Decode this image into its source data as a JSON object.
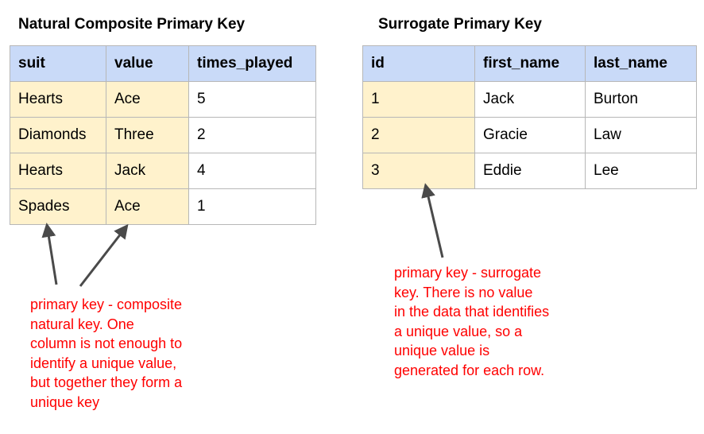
{
  "left": {
    "title": "Natural Composite Primary Key",
    "columns": [
      "suit",
      "value",
      "times_played"
    ],
    "rows": [
      [
        "Hearts",
        "Ace",
        "5"
      ],
      [
        "Diamonds",
        "Three",
        "2"
      ],
      [
        "Hearts",
        "Jack",
        "4"
      ],
      [
        "Spades",
        "Ace",
        "1"
      ]
    ],
    "note": "primary key - composite\nnatural key.  One\ncolumn is not enough to\nidentify a unique value,\nbut together they form a\nunique key"
  },
  "right": {
    "title": "Surrogate Primary Key",
    "columns": [
      "id",
      "first_name",
      "last_name"
    ],
    "rows": [
      [
        "1",
        "Jack",
        "Burton"
      ],
      [
        "2",
        "Gracie",
        "Law"
      ],
      [
        "3",
        "Eddie",
        "Lee"
      ]
    ],
    "note": "primary key - surrogate\nkey.  There is no value\nin the data that identifies\na unique value, so a\nunique value is\ngenerated for each row."
  },
  "colors": {
    "header_fill": "#c9daf8",
    "key_fill": "#fff2cc",
    "border": "#b7b7b7",
    "note_text": "#ff0000",
    "arrow": "#4a4a4a"
  }
}
